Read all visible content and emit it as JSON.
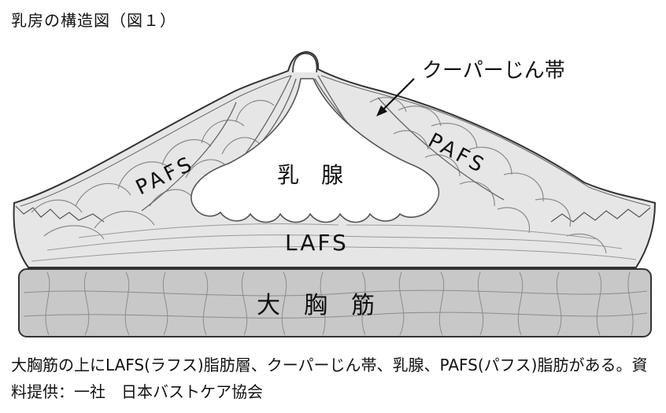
{
  "figure_title": "乳房の構造図（図１）",
  "labels": {
    "cooper": "クーパーじん帯",
    "pafs_left": "PAFS",
    "pafs_right": "PAFS",
    "gland": "乳　腺",
    "lafs": "LAFS",
    "muscle": "大　胸　筋"
  },
  "caption": "大胸筋の上にLAFS(ラフス)脂肪層、クーパーじん帯、乳腺、PAFS(パフス)脂肪がある。資料提供：一社　日本バストケア協会"
}
